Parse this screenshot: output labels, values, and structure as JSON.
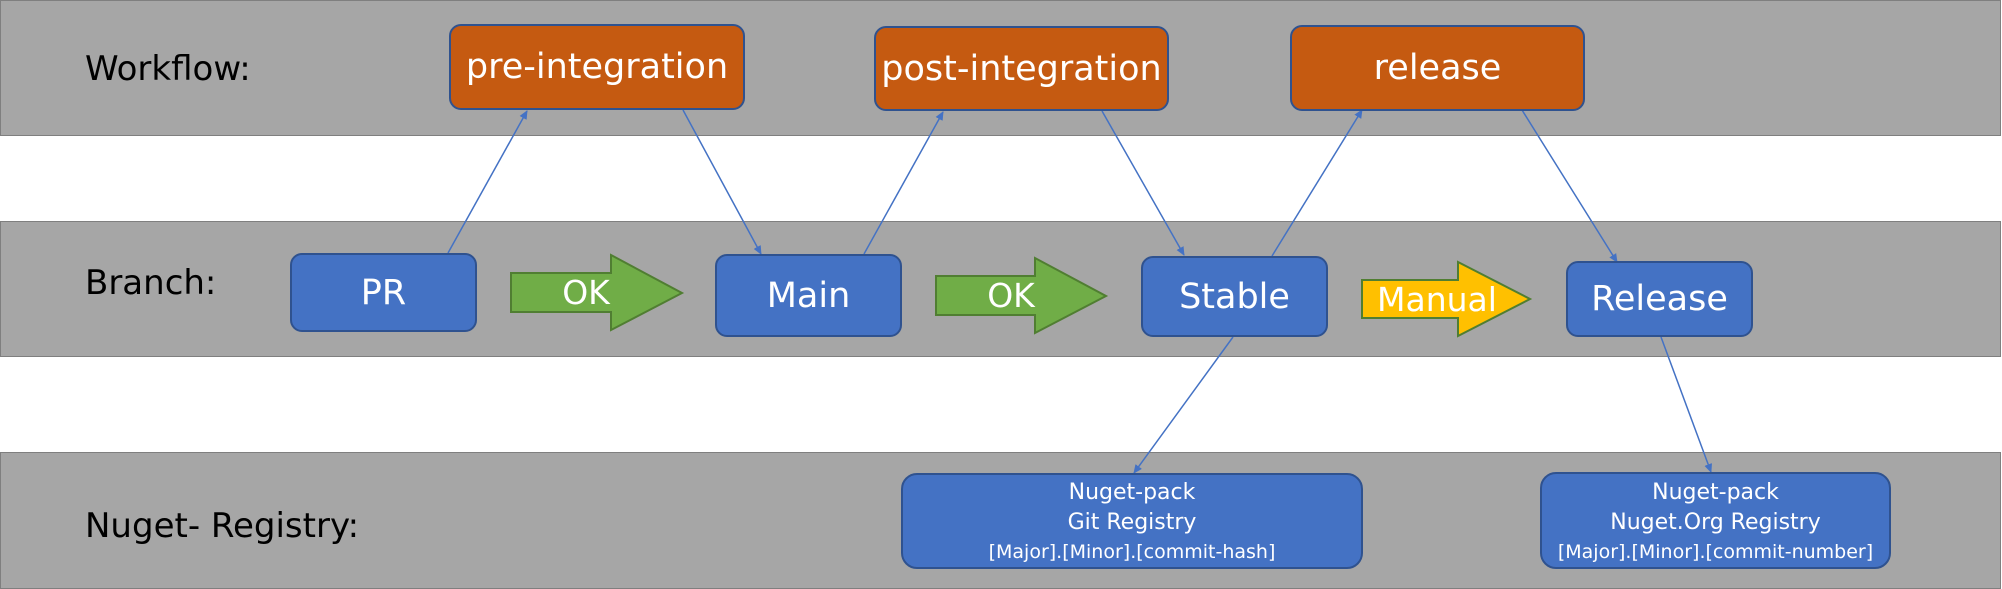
{
  "lanes": {
    "workflow": "Workflow:",
    "branch": "Branch:",
    "registry": "Nuget- Registry:"
  },
  "workflows": {
    "pre_integration": "pre-integration",
    "post_integration": "post-integration",
    "release": "release"
  },
  "branches": {
    "pr": "PR",
    "main": "Main",
    "stable": "Stable",
    "release": "Release"
  },
  "transitions": {
    "pr_to_main": "OK",
    "main_to_stable": "OK",
    "stable_to_release": "Manual"
  },
  "registries": {
    "git": {
      "line1": "Nuget-pack",
      "line2": "Git Registry",
      "line3": "[Major].[Minor].[commit-hash]"
    },
    "nuget_org": {
      "line1": "Nuget-pack",
      "line2": "Nuget.Org Registry",
      "line3": "[Major].[Minor].[commit-number]"
    }
  },
  "colors": {
    "band": "#a6a6a6",
    "workflow_box": "#c55a11",
    "branch_box": "#4472c4",
    "ok_arrow": "#70ad47",
    "manual_arrow": "#ffc000",
    "connector": "#4472c4"
  }
}
